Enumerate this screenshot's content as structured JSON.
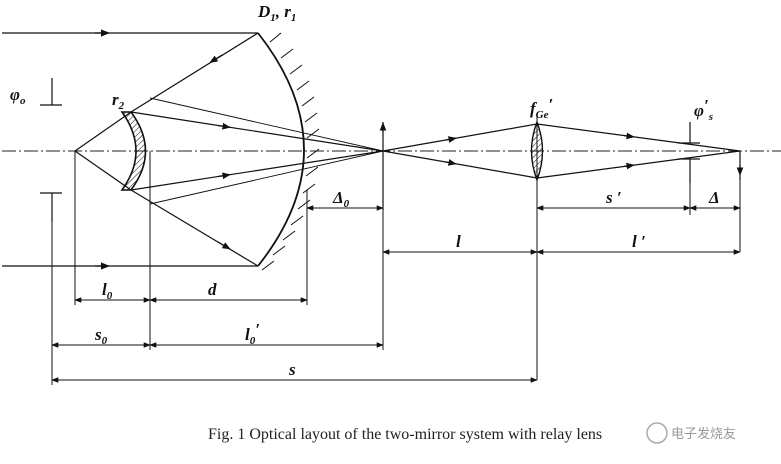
{
  "labels": {
    "d1_main": "D",
    "d1_sub": "1",
    "r1_sep": ", ",
    "r1_main": "r",
    "r1_sub": "1",
    "r2_main": "r",
    "r2_sub": "2",
    "phi_o": "φ",
    "phi_o_sub": "o",
    "delta0_main": "Δ",
    "delta0_sub": "0",
    "f_main": "f",
    "f_sub": "Ge",
    "f_prime": "′",
    "phi_s_main": "φ",
    "phi_s_prime": "′",
    "phi_s_sub": "s",
    "s_prime": "s ′",
    "delta": "Δ",
    "l": "l",
    "l_prime": "l ′",
    "l0_main": "l",
    "l0_sub": "0",
    "d": "d",
    "s0_main": "s",
    "s0_sub": "0",
    "l0p_main": "l",
    "l0p_sub": "0",
    "l0p_prime": "′",
    "s": "s"
  },
  "caption": "Fig. 1   Optical layout of the two-mirror system with relay lens",
  "watermark": "电子发烧友"
}
